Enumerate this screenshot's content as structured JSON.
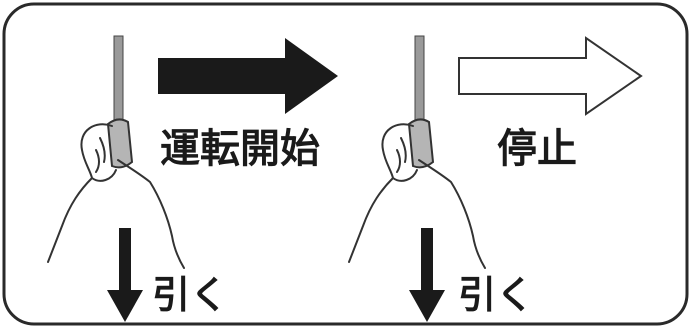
{
  "labels": {
    "start": "運転開始",
    "stop": "停止",
    "pull_left": "引く",
    "pull_right": "引く"
  },
  "colors": {
    "ink": "#1a1a1a",
    "cord": "#9a9a9a",
    "knob": "#b5b5b5",
    "frame": "#2a2a2a"
  }
}
